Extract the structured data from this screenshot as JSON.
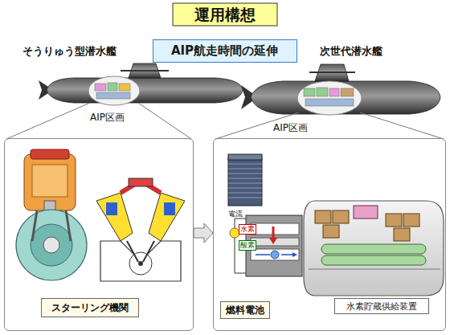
{
  "diagram": {
    "title": "運用構想",
    "nodes": [
      {
        "text": [
          "AIP航走時間の延伸"
        ]
      },
      {
        "text": [
          "スターリング機関"
        ]
      },
      {
        "text": [
          "燃料電池",
          "水素貯蔵供給装置"
        ]
      }
    ],
    "edges": [
      {
        "from": 1,
        "to": 2,
        "arrow": "to"
      }
    ],
    "labels": [
      "そうりゅう型潜水艦",
      "次世代潜水艦",
      "AIP区画",
      "AIP区画",
      "電流",
      "水素",
      "酸素"
    ]
  }
}
